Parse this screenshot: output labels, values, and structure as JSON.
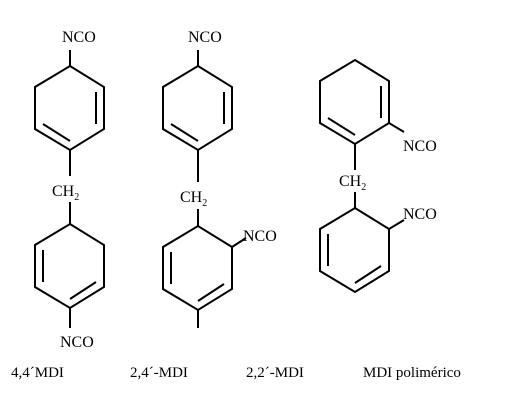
{
  "groups": {
    "isocyanate": "NCO",
    "methylene": "CH",
    "methylene_subscript": "2"
  },
  "captions": [
    "4,4´MDI",
    "2,4´-MDI",
    "2,2´-MDI",
    "MDI polimérico"
  ]
}
